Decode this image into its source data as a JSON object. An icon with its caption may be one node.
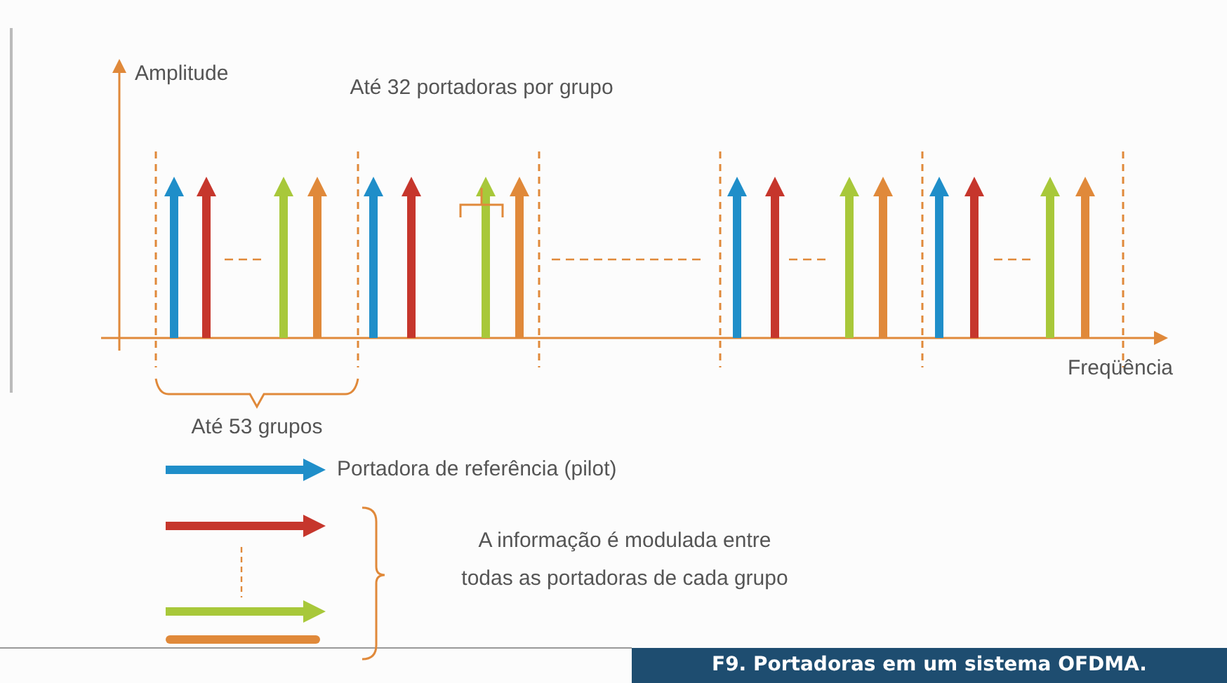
{
  "diagram": {
    "caption": "F9. Portadoras em um sistema OFDMA.",
    "labels": [
      "Amplitude",
      "Até 32 portadoras por grupo",
      "Freqüência",
      "Até 53 grupos"
    ],
    "legend": [
      {
        "text": "Portadora de referência (pilot)"
      },
      {
        "text": "A informação é modulada entre todas as portadoras de cada grupo"
      }
    ]
  }
}
